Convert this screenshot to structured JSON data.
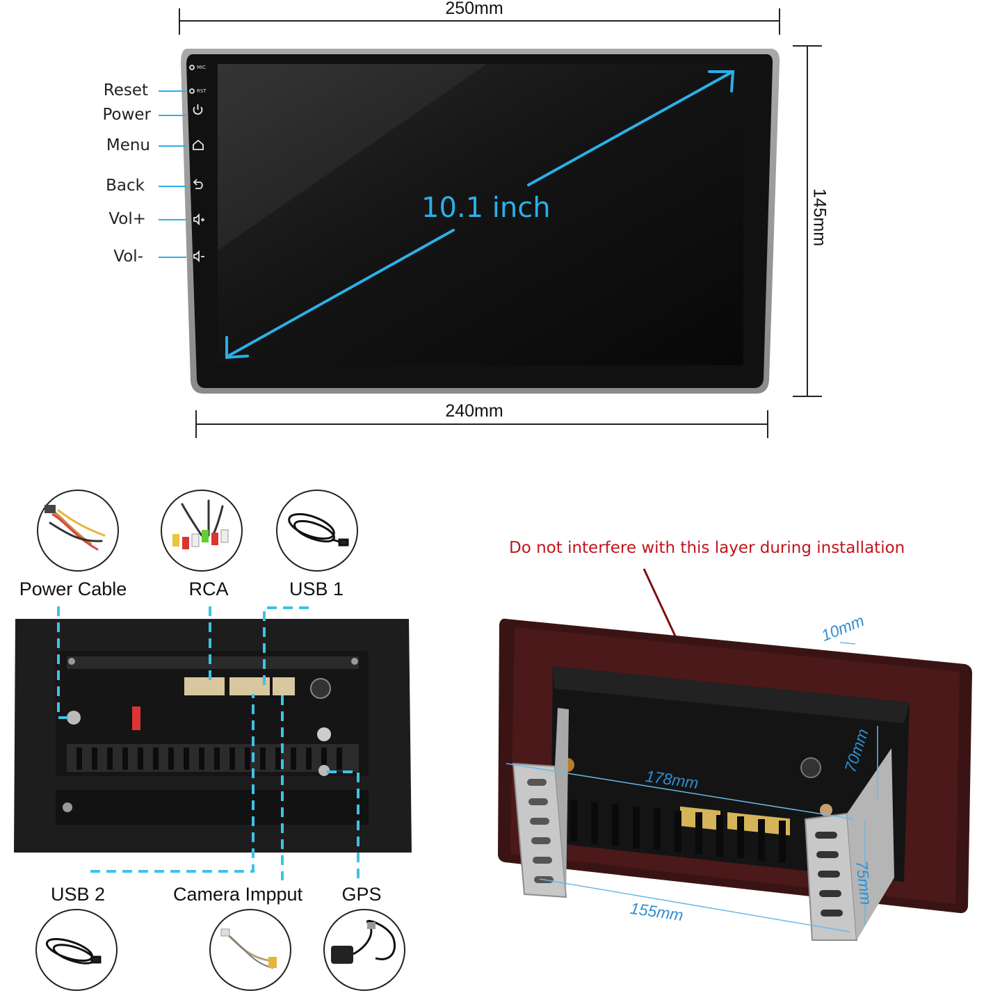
{
  "top_view": {
    "top_width": "250mm",
    "bottom_width": "240mm",
    "height": "145mm",
    "screen_size": "10.1 inch",
    "side_marks": {
      "mic": "MIC",
      "rst": "RST"
    },
    "buttons": [
      {
        "label": "Reset",
        "icon": "reset-pinhole-icon"
      },
      {
        "label": "Power",
        "icon": "power-icon"
      },
      {
        "label": "Menu",
        "icon": "home-icon"
      },
      {
        "label": "Back",
        "icon": "back-arrow-icon"
      },
      {
        "label": "Vol+",
        "icon": "volume-up-icon"
      },
      {
        "label": "Vol-",
        "icon": "volume-down-icon"
      }
    ]
  },
  "rear_view": {
    "accessories_top": [
      {
        "label": "Power Cable",
        "icon": "wire-harness-icon"
      },
      {
        "label": "RCA",
        "icon": "rca-cable-icon"
      },
      {
        "label": "USB 1",
        "icon": "usb-cable-icon"
      }
    ],
    "accessories_bottom": [
      {
        "label": "USB 2",
        "icon": "usb-cable-icon"
      },
      {
        "label": "Camera Impput",
        "icon": "camera-cable-icon"
      },
      {
        "label": "GPS",
        "icon": "gps-antenna-icon"
      }
    ]
  },
  "side_view": {
    "warning": "Do not interfere with this layer during installation",
    "dimensions": {
      "frame_depth": "10mm",
      "chassis_width": "178mm",
      "chassis_height": "70mm",
      "bracket_span": "155mm",
      "bracket_height": "75mm"
    }
  },
  "colors": {
    "accent": "#2ab0e8",
    "dashed_lines": "#3cc3e6",
    "warning": "#c0141c",
    "measure": "#2e8fd0"
  }
}
